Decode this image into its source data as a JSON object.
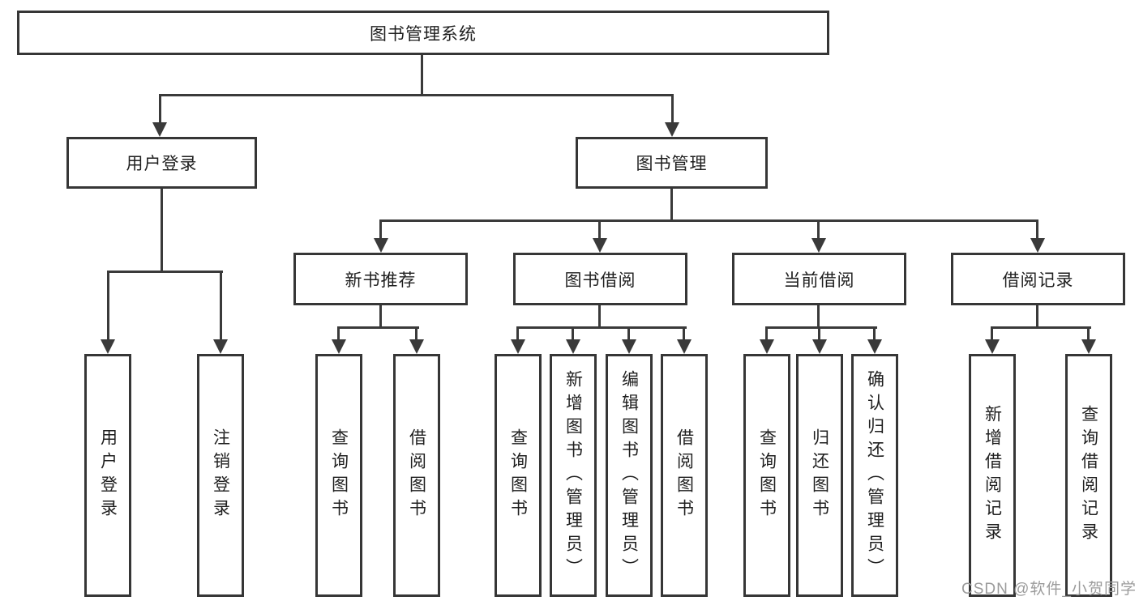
{
  "tree": {
    "root": {
      "label": "图书管理系统"
    },
    "login": {
      "label": "用户登录",
      "children": [
        {
          "label": "用户登录"
        },
        {
          "label": "注销登录"
        }
      ]
    },
    "manage": {
      "label": "图书管理"
    },
    "sections": [
      {
        "label": "新书推荐",
        "children": [
          {
            "label": "查询图书"
          },
          {
            "label": "借阅图书"
          }
        ]
      },
      {
        "label": "图书借阅",
        "children": [
          {
            "label": "查询图书"
          },
          {
            "label": "新增图书（管理员）"
          },
          {
            "label": "编辑图书（管理员）"
          },
          {
            "label": "借阅图书"
          }
        ]
      },
      {
        "label": "当前借阅",
        "children": [
          {
            "label": "查询图书"
          },
          {
            "label": "归还图书"
          },
          {
            "label": "确认归还（管理员）"
          }
        ]
      },
      {
        "label": "借阅记录",
        "children": [
          {
            "label": "新增借阅记录"
          },
          {
            "label": "查询借阅记录"
          }
        ]
      }
    ]
  },
  "watermark": {
    "text": "CSDN @软件_小贺同学"
  },
  "colors": {
    "line": "#3a3a3a",
    "border": "#363636",
    "text": "#1f1f1f",
    "watermark": "#9b9b9b",
    "background": "#ffffff"
  }
}
